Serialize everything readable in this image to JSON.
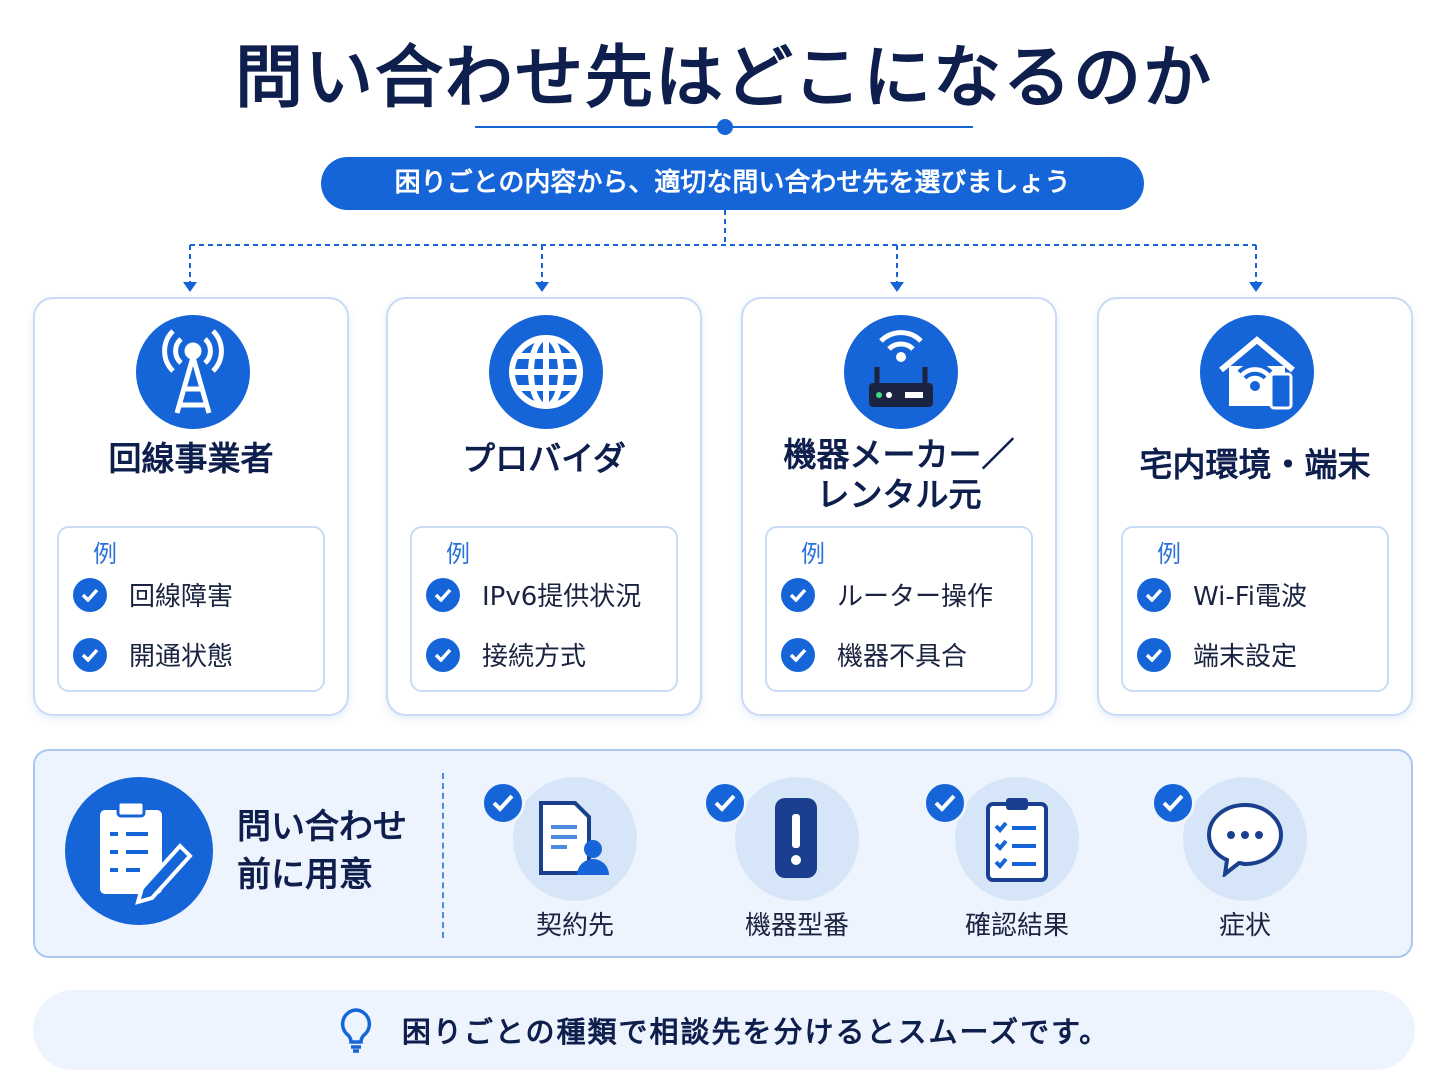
{
  "title": "問い合わせ先はどこになるのか",
  "subtitle": "困りごとの内容から、適切な問い合わせ先を選びましょう",
  "example_label": "例",
  "cards": [
    {
      "title": "回線事業者",
      "icon": "cell-tower-icon",
      "items": [
        "回線障害",
        "開通状態"
      ]
    },
    {
      "title": "プロバイダ",
      "icon": "globe-icon",
      "items": [
        "IPv6提供状況",
        "接続方式"
      ]
    },
    {
      "title": "機器メーカー／\nレンタル元",
      "icon": "router-icon",
      "items": [
        "ルーター操作",
        "機器不具合"
      ]
    },
    {
      "title": "宅内環境・端末",
      "icon": "home-wifi-icon",
      "items": [
        "Wi-Fi電波",
        "端末設定"
      ]
    }
  ],
  "prepare": {
    "title_line1": "問い合わせ",
    "title_line2": "前に用意",
    "items": [
      {
        "label": "契約先",
        "icon": "contract-document-icon"
      },
      {
        "label": "機器型番",
        "icon": "device-model-icon"
      },
      {
        "label": "確認結果",
        "icon": "checklist-icon"
      },
      {
        "label": "症状",
        "icon": "chat-bubble-icon"
      }
    ]
  },
  "tip": "困りごとの種類で相談先を分けるとスムーズです。",
  "colors": {
    "accent": "#1565d8",
    "navy": "#0f1f4d",
    "light": "#eef4fd"
  }
}
